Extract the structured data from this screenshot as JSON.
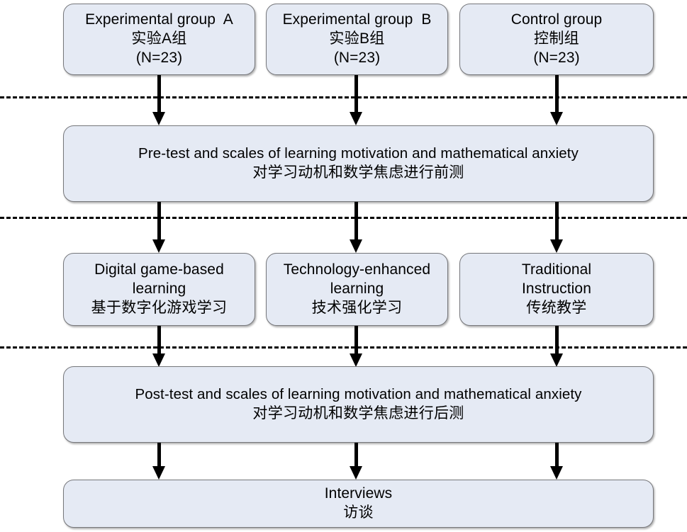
{
  "diagram": {
    "title": "Experimental research design flowchart",
    "colors": {
      "box_fill": "#e5eaf4",
      "box_border": "#76777b",
      "arrow": "#000000",
      "separator": "#000000",
      "background": "#ffffff"
    },
    "rows": [
      {
        "name": "groups",
        "boxes": [
          {
            "en": "Experimental group  A",
            "zh": "实验A组",
            "n": "(N=23)"
          },
          {
            "en": "Experimental group  B",
            "zh": "实验B组",
            "n": "(N=23)"
          },
          {
            "en": "Control group",
            "zh": "控制组",
            "n": "(N=23)"
          }
        ]
      },
      {
        "name": "pretest",
        "boxes": [
          {
            "en": "Pre-test and scales of learning motivation and mathematical anxiety",
            "zh": "对学习动机和数学焦虑进行前测"
          }
        ]
      },
      {
        "name": "treatments",
        "boxes": [
          {
            "en1": "Digital game-based",
            "en2": "learning",
            "zh": "基于数字化游戏学习"
          },
          {
            "en1": "Technology-enhanced",
            "en2": "learning",
            "zh": "技术强化学习"
          },
          {
            "en1": "Traditional",
            "en2": "Instruction",
            "zh": "传统教学"
          }
        ]
      },
      {
        "name": "posttest",
        "boxes": [
          {
            "en": "Post-test and scales of learning motivation and mathematical anxiety",
            "zh": "对学习动机和数学焦虑进行后测"
          }
        ]
      },
      {
        "name": "interviews",
        "boxes": [
          {
            "en": "Interviews",
            "zh": "访谈"
          }
        ]
      }
    ],
    "separators": [
      {
        "name": "separator-after-groups"
      },
      {
        "name": "separator-after-pretest"
      },
      {
        "name": "separator-after-treatments"
      }
    ]
  }
}
